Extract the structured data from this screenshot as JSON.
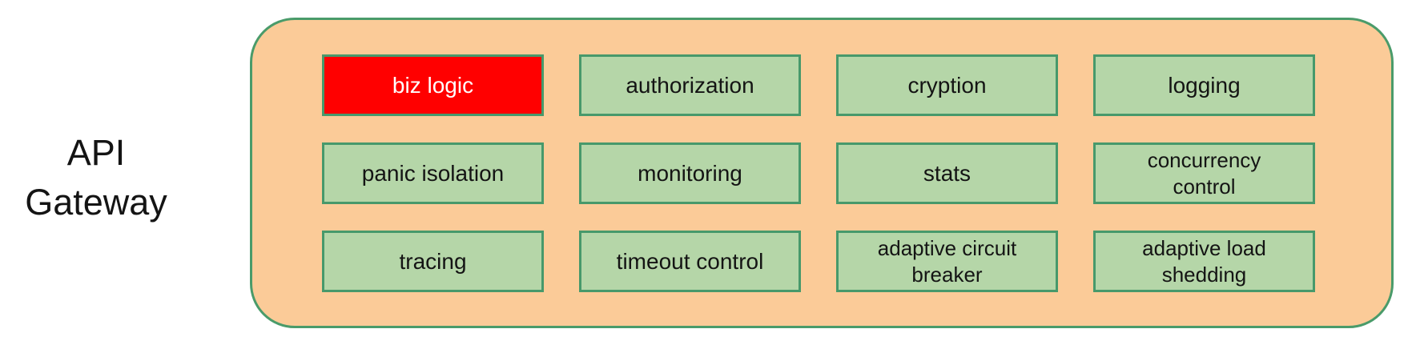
{
  "gateway": {
    "label_line1": "API",
    "label_line2": "Gateway",
    "boxes": [
      {
        "label": "biz logic"
      },
      {
        "label": "authorization"
      },
      {
        "label": "cryption"
      },
      {
        "label": "logging"
      },
      {
        "label": "panic isolation"
      },
      {
        "label": "monitoring"
      },
      {
        "label": "stats"
      },
      {
        "label": "concurrency\ncontrol"
      },
      {
        "label": "tracing"
      },
      {
        "label": "timeout control"
      },
      {
        "label": "adaptive circuit\nbreaker"
      },
      {
        "label": "adaptive load\nshedding"
      }
    ],
    "colors": {
      "container_fill": "#FBCB98",
      "container_border": "#4A9B6A",
      "box_fill": "#B5D6A8",
      "box_border": "#47996B",
      "highlight_fill": "#FF0000",
      "highlight_text": "#FFFFFF",
      "text": "#141414"
    }
  }
}
